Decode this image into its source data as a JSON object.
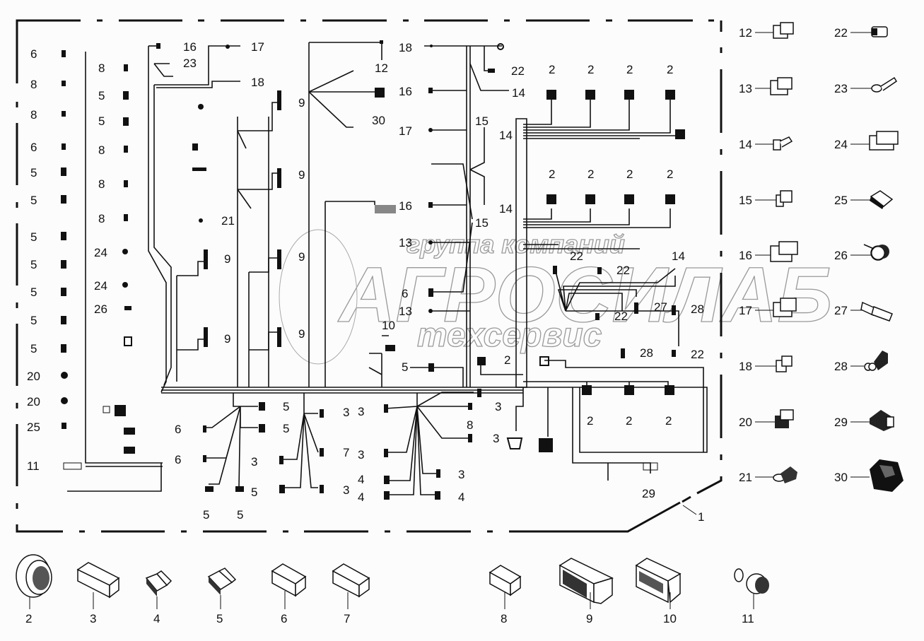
{
  "watermark": {
    "line1": "группа компаний",
    "line2": "АГРОСИЛАБ",
    "line3": "техсервис"
  },
  "assembly_label": "1",
  "harness_callouts": {
    "left_column": [
      "6",
      "8",
      "8",
      "6",
      "5",
      "5",
      "5",
      "5",
      "5",
      "5",
      "5",
      "20",
      "20",
      "25",
      "11"
    ],
    "second_column": [
      "8",
      "5",
      "5",
      "8",
      "8",
      "8",
      "24",
      "24",
      "26"
    ],
    "top_branch": [
      "16",
      "23",
      "17",
      "18",
      "21"
    ],
    "modules_9": [
      "9",
      "9",
      "9",
      "9",
      "9",
      "9"
    ],
    "center_top": [
      "12",
      "30",
      "18",
      "22",
      "16",
      "14",
      "17",
      "15",
      "14",
      "15",
      "14",
      "16",
      "13",
      "6",
      "13",
      "10",
      "5",
      "2"
    ],
    "lights_upper": [
      "2",
      "2",
      "2",
      "2"
    ],
    "lights_middle": [
      "2",
      "2",
      "2",
      "2"
    ],
    "right_cluster": [
      "22",
      "22",
      "14",
      "27",
      "28",
      "22",
      "28",
      "22"
    ],
    "lights_lower": [
      "2",
      "2",
      "2"
    ],
    "bottom_left_fan": [
      "6",
      "6",
      "5",
      "5",
      "5",
      "5"
    ],
    "bottom_mid_fan": [
      "3",
      "7",
      "3",
      "3",
      "5"
    ],
    "bottom_right_fan": [
      "3",
      "3",
      "8",
      "3",
      "3",
      "4",
      "4",
      "3",
      "4"
    ],
    "bottom_right": [
      "29"
    ]
  },
  "legend_right": [
    {
      "num": "12",
      "icon": "connector-6pin-icon"
    },
    {
      "num": "22",
      "icon": "connector-2pin-sealed-icon"
    },
    {
      "num": "13",
      "icon": "connector-6pin-icon"
    },
    {
      "num": "23",
      "icon": "ring-terminal-icon"
    },
    {
      "num": "14",
      "icon": "spade-terminal-icon"
    },
    {
      "num": "24",
      "icon": "connector-12pin-icon"
    },
    {
      "num": "15",
      "icon": "connector-2pin-icon"
    },
    {
      "num": "25",
      "icon": "connector-4pin-sealed-icon"
    },
    {
      "num": "16",
      "icon": "connector-10pin-icon"
    },
    {
      "num": "26",
      "icon": "buzzer-icon"
    },
    {
      "num": "17",
      "icon": "connector-8pin-icon"
    },
    {
      "num": "27",
      "icon": "connector-inline-2pin-icon"
    },
    {
      "num": "18",
      "icon": "connector-4pin-icon"
    },
    {
      "num": "28",
      "icon": "connector-sensor-icon"
    },
    {
      "num": "20",
      "icon": "connector-6pin-icon"
    },
    {
      "num": "29",
      "icon": "connector-relay-icon"
    },
    {
      "num": "21",
      "icon": "connector-3pin-sealed-icon"
    },
    {
      "num": "30",
      "icon": "connector-large-icon"
    }
  ],
  "legend_bottom": [
    {
      "num": "2",
      "icon": "circular-connector-icon"
    },
    {
      "num": "3",
      "icon": "connector-20pin-icon"
    },
    {
      "num": "4",
      "icon": "connector-4pin-sealed-icon"
    },
    {
      "num": "5",
      "icon": "connector-6pin-sealed-icon"
    },
    {
      "num": "6",
      "icon": "connector-16pin-icon"
    },
    {
      "num": "7",
      "icon": "connector-20pin-icon"
    },
    {
      "num": "8",
      "icon": "connector-12pin-icon"
    },
    {
      "num": "9",
      "icon": "ecu-connector-icon"
    },
    {
      "num": "10",
      "icon": "ecu-connector-small-icon"
    },
    {
      "num": "11",
      "icon": "diagnostic-connector-icon"
    }
  ]
}
